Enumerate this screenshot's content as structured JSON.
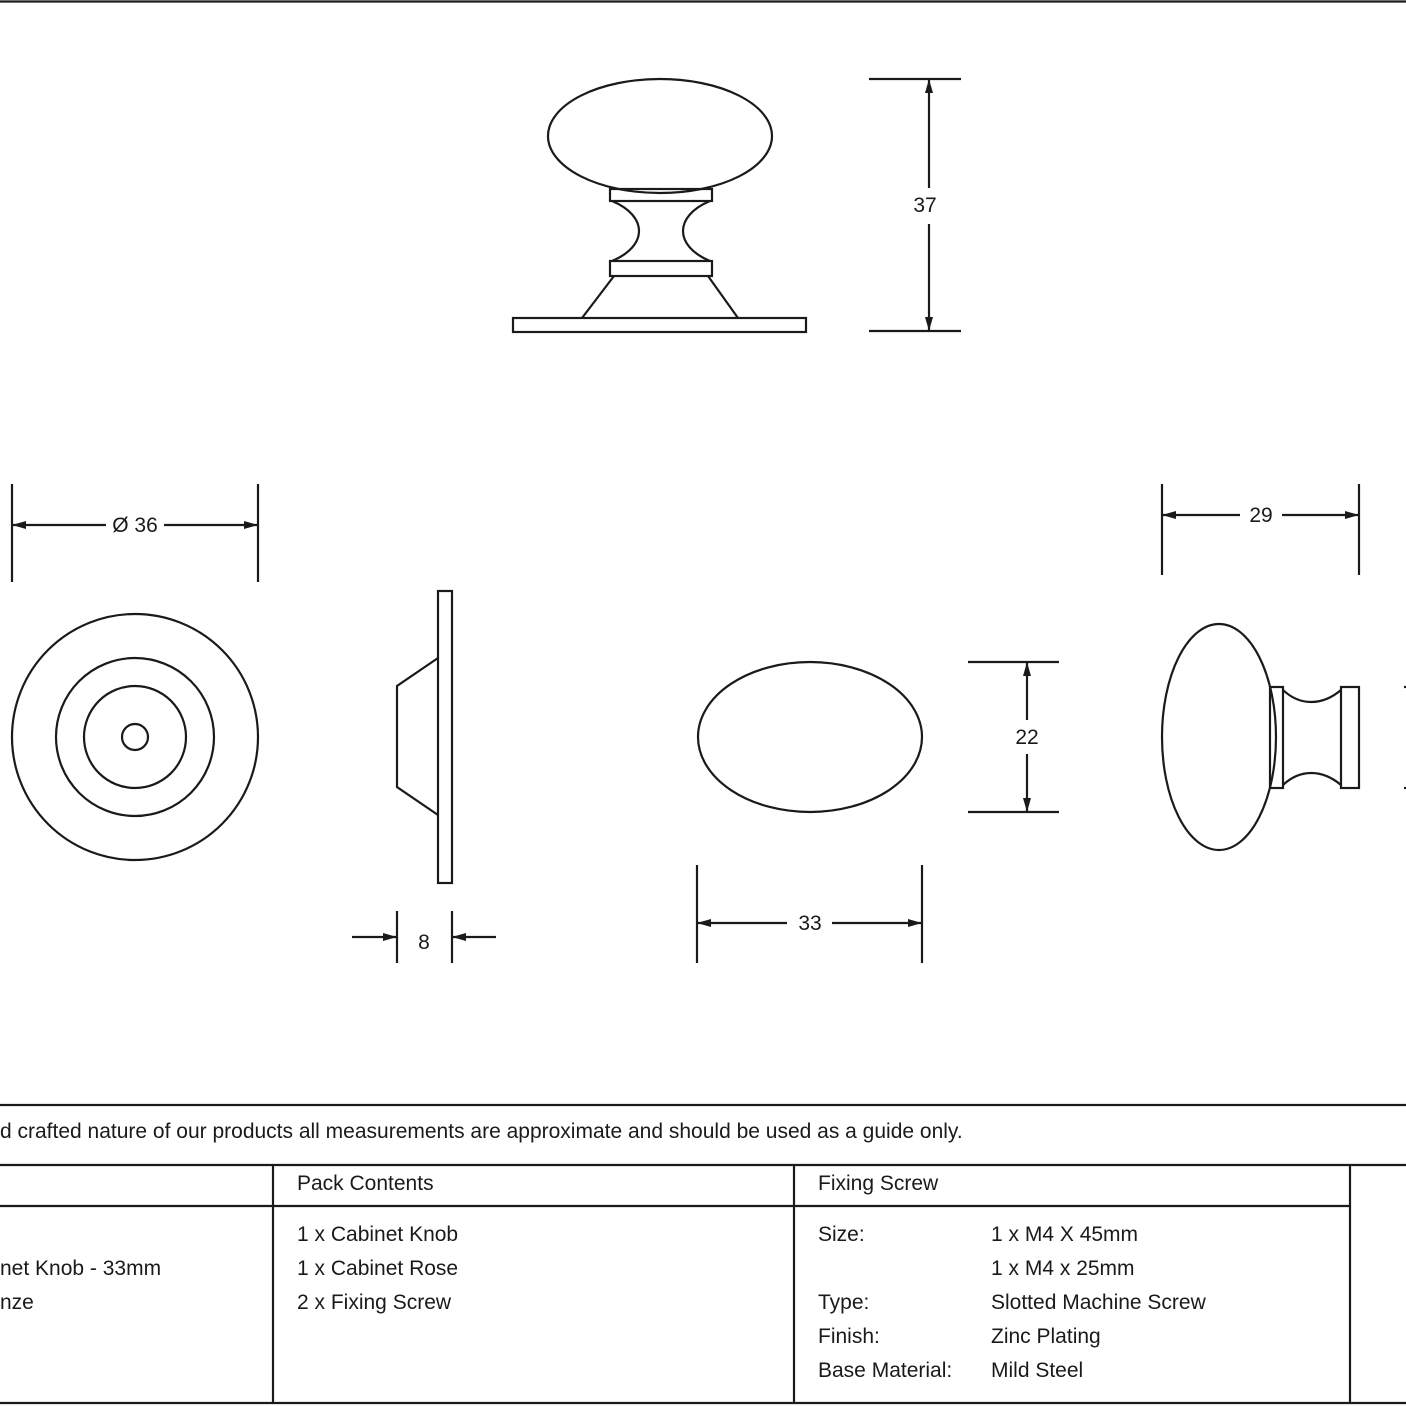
{
  "dimensions": {
    "height": "37",
    "rose_diameter": "Ø 36",
    "rose_depth": "8",
    "knob_width": "33",
    "knob_height": "22",
    "knob_projection": "29"
  },
  "note": "d crafted nature of our products all measurements are approximate and should be used as a guide only.",
  "product": {
    "lines": [
      "net Knob - 33mm",
      "nze"
    ]
  },
  "pack_contents": {
    "header": "Pack Contents",
    "items": [
      "1 x Cabinet Knob",
      "1 x Cabinet Rose",
      "2 x Fixing Screw"
    ]
  },
  "fixing_screw": {
    "header": "Fixing Screw",
    "rows": [
      {
        "label": "Size:",
        "value": "1 x M4 X 45mm"
      },
      {
        "label": "",
        "value": "1 x M4 x 25mm"
      },
      {
        "label": "Type:",
        "value": "Slotted Machine Screw"
      },
      {
        "label": "Finish:",
        "value": "Zinc Plating"
      },
      {
        "label": "Base Material:",
        "value": "Mild Steel"
      }
    ]
  },
  "colors": {
    "line": "#1a1a1a",
    "background": "#ffffff"
  }
}
